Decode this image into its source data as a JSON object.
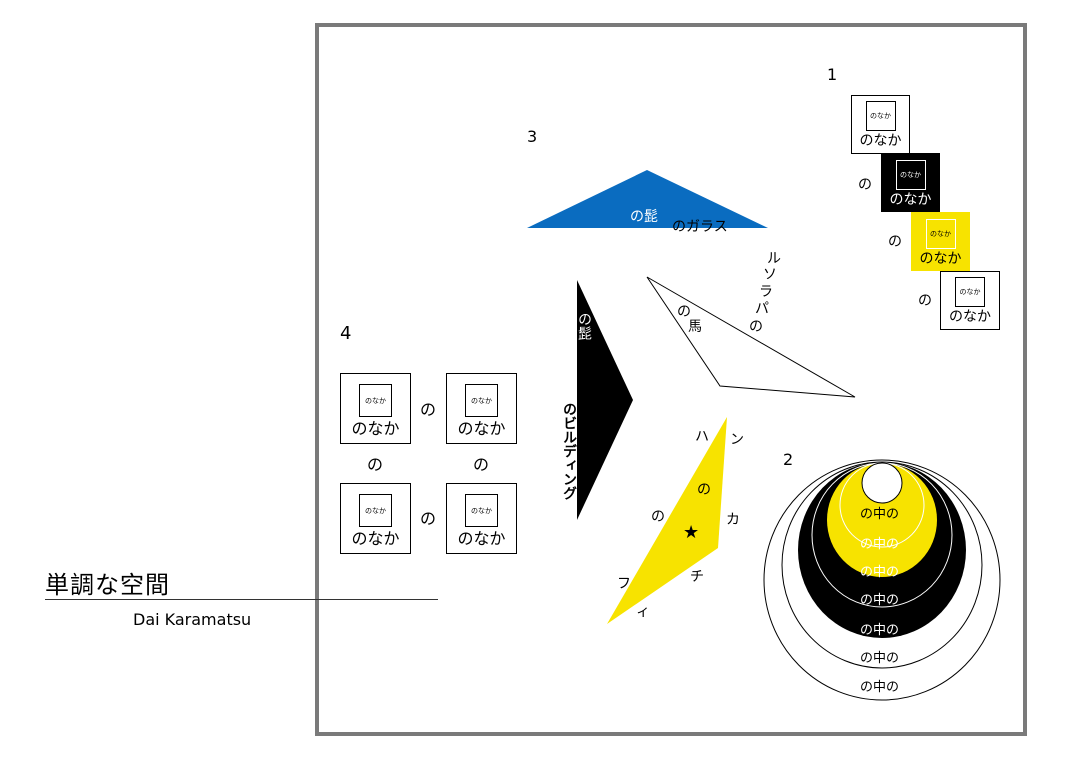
{
  "title": "単調な空間",
  "author": "Dai Karamatsu",
  "colors": {
    "frame": "#7a7a7a",
    "blue": "#0a6cc0",
    "yellow": "#f7e300",
    "black": "#000000"
  },
  "section_numbers": [
    "1",
    "2",
    "3",
    "4"
  ],
  "section1": {
    "boxes": [
      {
        "outer": "のなか",
        "inner": "のなか",
        "fill": "white"
      },
      {
        "outer": "のなか",
        "inner": "のなか",
        "fill": "black"
      },
      {
        "outer": "のなか",
        "inner": "のなか",
        "fill": "yellow"
      },
      {
        "outer": "のなか",
        "inner": "のなか",
        "fill": "white"
      }
    ],
    "connectors": [
      "の",
      "の",
      "の"
    ]
  },
  "section2": {
    "ring_label": "の中の",
    "labels": [
      "の中の",
      "の中の",
      "の中の",
      "の中の",
      "の中の",
      "の中の",
      "の中の"
    ]
  },
  "section3": {
    "blue_triangle": {
      "label1": "の髭",
      "label2": "のガラス"
    },
    "outline_triangle": {
      "side_text": [
        "ル",
        "ソ",
        "ラ",
        "パ",
        "の"
      ],
      "inner_text": [
        "の",
        "馬"
      ]
    },
    "black_shape": {
      "text_top": "の髭",
      "text_bottom": "のビルディング"
    },
    "yellow_triangle": {
      "star": "★",
      "chars_top": [
        "ハ",
        "ン"
      ],
      "chars_mid": [
        "の",
        "の",
        "カ"
      ],
      "chars_low": [
        "チ",
        "フ",
        "ィ"
      ]
    }
  },
  "section4": {
    "boxes": [
      {
        "outer": "のなか",
        "inner": "のなか"
      },
      {
        "outer": "のなか",
        "inner": "のなか"
      },
      {
        "outer": "のなか",
        "inner": "のなか"
      },
      {
        "outer": "のなか",
        "inner": "のなか"
      }
    ],
    "connectors": [
      "の",
      "の",
      "の",
      "の"
    ]
  }
}
